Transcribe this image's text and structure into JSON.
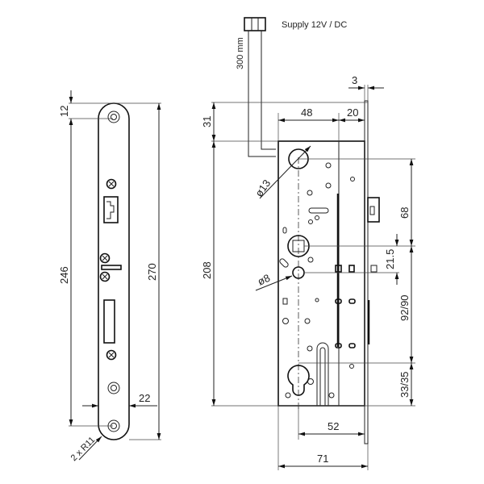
{
  "faceplate_view": {
    "dimensions": {
      "top_offset": "12",
      "screw_pitch": "246",
      "total_length": "270",
      "width": "22",
      "radius": "2 x R11"
    }
  },
  "body_view": {
    "supply_label": "Supply  12V / DC",
    "cable_length": "300 mm",
    "dimensions": {
      "faceplate_thickness": "3",
      "backset_body": "48",
      "front_section": "20",
      "top_offset": "31",
      "body_height": "208",
      "hole_diameter_large": "ø13",
      "hole_diameter_small": "ø8",
      "follower_offset": "68",
      "spindle_offset": "21.5",
      "cylinder_distance": "92/90",
      "cylinder_bottom": "33/35",
      "backset": "52",
      "total_depth": "71"
    }
  }
}
